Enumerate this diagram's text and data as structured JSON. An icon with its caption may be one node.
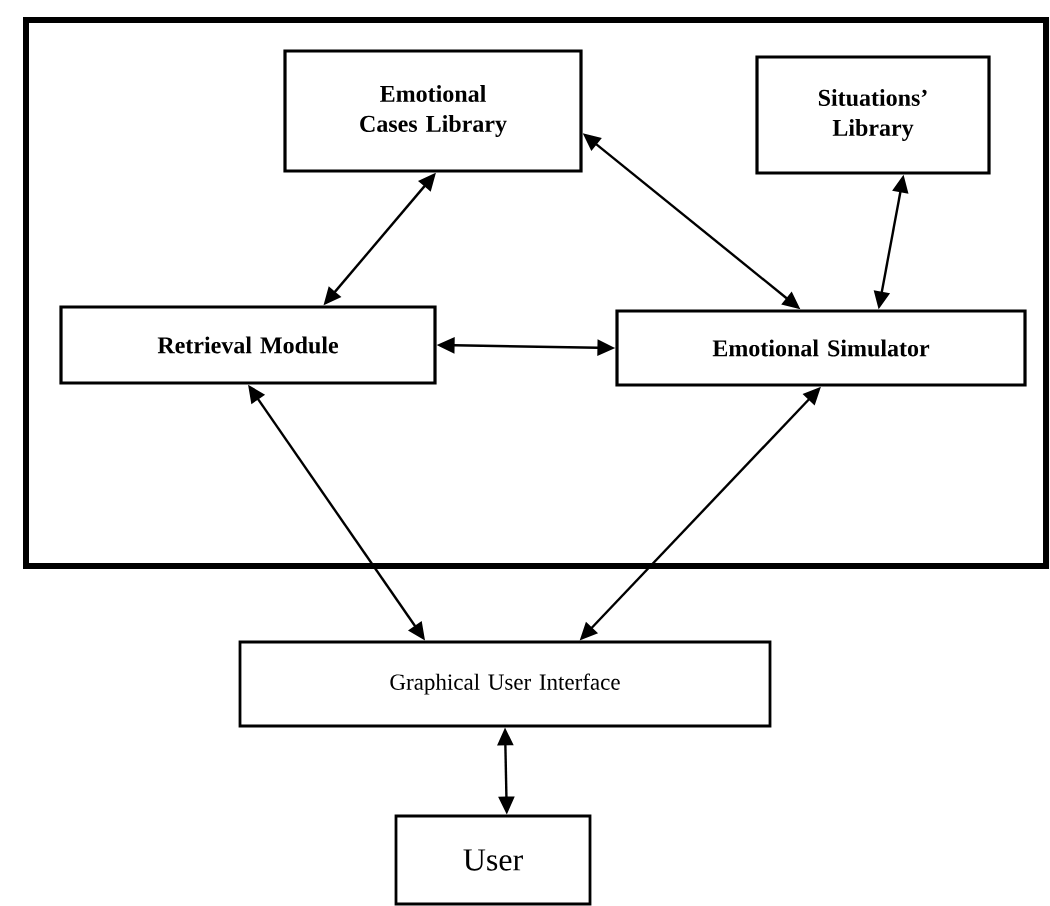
{
  "diagram": {
    "nodes": [
      {
        "text": [],
        "shape": "box"
      },
      {
        "text": [
          "Emotional Cases Library"
        ],
        "in": 0
      },
      {
        "text": [
          "Situations’ Library"
        ],
        "in": 0
      },
      {
        "text": [
          "Retrieval Module"
        ],
        "in": 0
      },
      {
        "text": [
          "Emotional Simulator"
        ],
        "in": 0
      },
      {
        "text": [
          "Graphical User Interface"
        ]
      },
      {
        "text": [
          "User"
        ]
      }
    ],
    "edges": [
      {
        "from": 1,
        "to": 3,
        "arrow": "both"
      },
      {
        "from": 1,
        "to": 4,
        "arrow": "both"
      },
      {
        "from": 2,
        "to": 4,
        "arrow": "both"
      },
      {
        "from": 3,
        "to": 4,
        "arrow": "both"
      },
      {
        "from": 3,
        "to": 5,
        "arrow": "both"
      },
      {
        "from": 4,
        "to": 5,
        "arrow": "both"
      },
      {
        "from": 5,
        "to": 6,
        "arrow": "both"
      }
    ]
  }
}
